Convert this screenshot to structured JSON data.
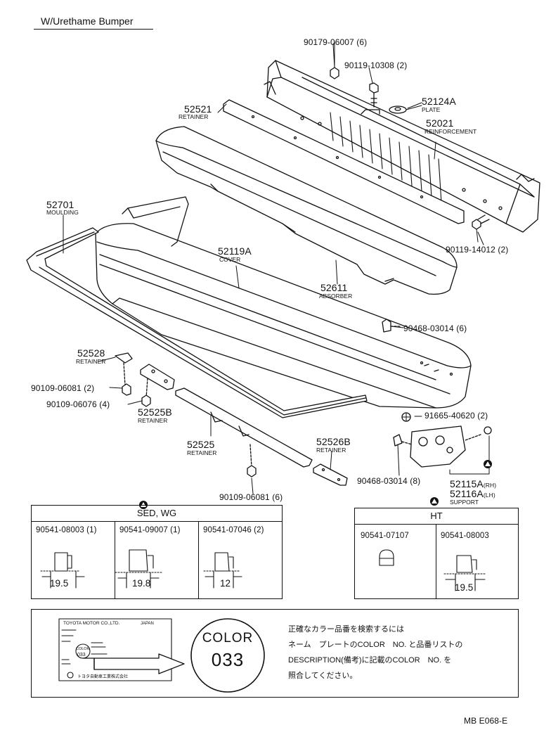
{
  "title": "W/Urethame Bumper",
  "footer_code": "MB E068-E",
  "parts": {
    "p1": {
      "number": "90179-06007 (6)"
    },
    "p2": {
      "number": "90119-10308 (2)"
    },
    "p3": {
      "number": "52124A",
      "caption": "PLATE"
    },
    "p4": {
      "number": "52521",
      "caption": "RETAINER"
    },
    "p5": {
      "number": "52021",
      "caption": "REINFORCEMENT"
    },
    "p6": {
      "number": "52701",
      "caption": "MOULDING"
    },
    "p7": {
      "number": "90119-14012 (2)"
    },
    "p8": {
      "number": "52119A",
      "caption": "COVER"
    },
    "p9": {
      "number": "52611",
      "caption": "ABSORBER"
    },
    "p10": {
      "number": "90468-03014 (6)"
    },
    "p11": {
      "number": "52528",
      "caption": "RETAINER"
    },
    "p12": {
      "number": "90109-06081 (2)"
    },
    "p13": {
      "number": "90109-06076 (4)"
    },
    "p14": {
      "number": "52525B",
      "caption": "RETAINER"
    },
    "p15": {
      "number": "91665-40620 (2)"
    },
    "p16": {
      "number": "52525",
      "caption": "RETAINER"
    },
    "p17": {
      "number": "52526B",
      "caption": "RETAINER"
    },
    "p18": {
      "number": "90468-03014 (8)"
    },
    "p19": {
      "number": "52115A",
      "suffix": "(RH)"
    },
    "p20": {
      "number": "52116A",
      "suffix": "(LH)",
      "caption": "SUPPORT"
    },
    "p21": {
      "number": "90109-06081 (6)"
    }
  },
  "sed_wg": {
    "heading": "SED, WG",
    "items": [
      {
        "number": "90541-08003 (1)",
        "dim": "19.5"
      },
      {
        "number": "90541-09007 (1)",
        "dim": "19.8"
      },
      {
        "number": "90541-07046 (2)",
        "dim": "12"
      }
    ]
  },
  "ht": {
    "heading": "HT",
    "items": [
      {
        "number": "90541-07107",
        "dim": ""
      },
      {
        "number": "90541-08003",
        "dim": "19.5"
      }
    ]
  },
  "note": {
    "plate_maker": "TOYOTA MOTOR CO.,LTD.",
    "plate_country": "JAPAN",
    "plate_small_label": "COLOR",
    "plate_small_code": "033",
    "plate_footer": "トヨタ自動車工業株式会社",
    "color_label": "COLOR",
    "color_code": "033",
    "lines": [
      "正確なカラー品番を検索するには",
      "ネーム　プレートのCOLOR　NO. と品番リストの",
      "DESCRIPTION(備考)に記載のCOLOR　NO. を",
      "照合してください。"
    ]
  }
}
